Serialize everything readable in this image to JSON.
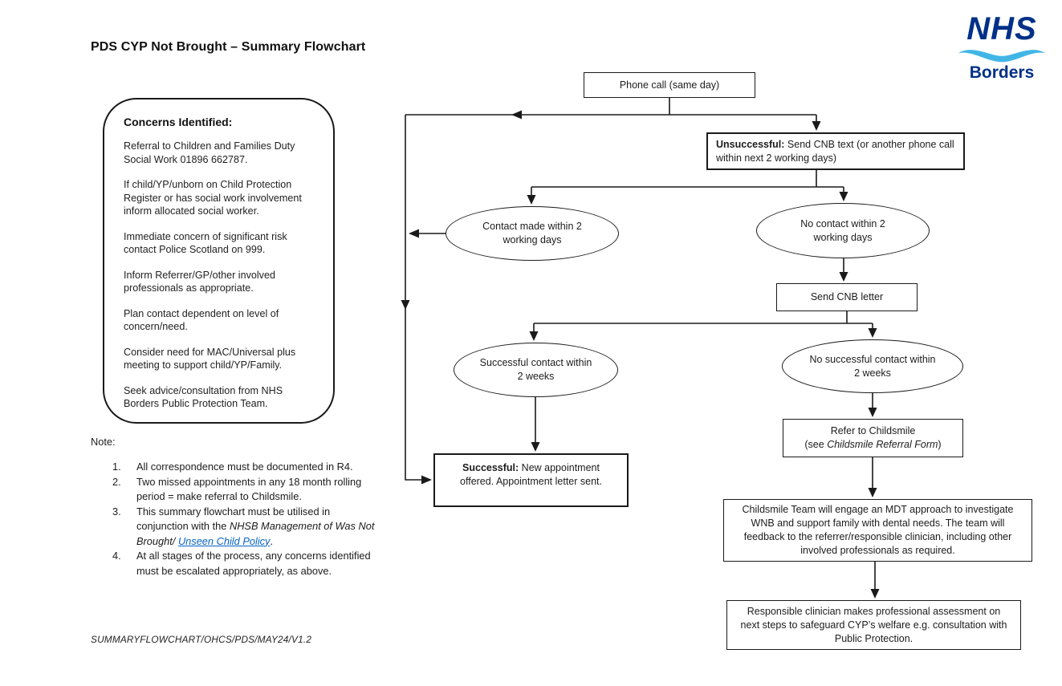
{
  "page": {
    "title": "PDS CYP Not Brought – Summary Flowchart",
    "footer": "SUMMARYFLOWCHART/OHCS/PDS/MAY24/V1.2"
  },
  "logo": {
    "org": "NHS",
    "region": "Borders",
    "navy_color": "#003087",
    "swoosh_color": "#41b6e6"
  },
  "concerns": {
    "heading": "Concerns Identified:",
    "items": [
      "Referral to Children and Families Duty Social Work 01896 662787.",
      "If child/YP/unborn on Child Protection Register or has social work involvement inform allocated social worker.",
      "Immediate concern of significant risk contact Police Scotland on 999.",
      "Inform Referrer/GP/other involved professionals as appropriate.",
      "Plan contact dependent on level of concern/need.",
      "Consider need for MAC/Universal plus meeting to support child/YP/Family.",
      "Seek advice/consultation from NHS Borders Public Protection Team."
    ]
  },
  "note": {
    "label": "Note:",
    "link_color": "#0563c1",
    "items": [
      {
        "num": "1.",
        "text": "All correspondence must be documented in R4."
      },
      {
        "num": "2.",
        "text": "Two missed appointments in any 18 month rolling period = make referral to Childsmile."
      },
      {
        "num": "3.",
        "prefix": "This summary flowchart must be utilised in conjunction with the ",
        "italic": "NHSB Management of Was Not Brought/ ",
        "link": "Unseen Child Policy",
        "suffix": "."
      },
      {
        "num": "4.",
        "text": "At all stages of the process, any concerns identified must be escalated appropriately, as above."
      }
    ]
  },
  "flowchart": {
    "phone_call": "Phone call (same day)",
    "unsuccessful": {
      "bold": "Unsuccessful:",
      "rest": " Send CNB text (or another phone call within next 2 working days)"
    },
    "contact_made": "Contact made within 2 working days",
    "no_contact": "No contact within 2 working days",
    "send_cnb_letter": "Send CNB letter",
    "successful_contact": "Successful contact within 2 weeks",
    "no_successful_contact": "No successful contact within 2 weeks",
    "refer_childsmile": {
      "line1": "Refer to Childsmile",
      "pre": "(see ",
      "italic": "Childsmile Referral Form",
      "post": ")"
    },
    "successful": {
      "bold": "Successful:",
      "rest": " New appointment offered. Appointment letter sent."
    },
    "childsmile_team": "Childsmile Team will engage an MDT approach to investigate WNB and support family with dental needs. The team will feedback to the referrer/responsible clinician, including other involved professionals as required.",
    "responsible_clinician": "Responsible clinician makes professional assessment on next steps to safeguard CYP’s welfare e.g. consultation with Public Protection."
  }
}
